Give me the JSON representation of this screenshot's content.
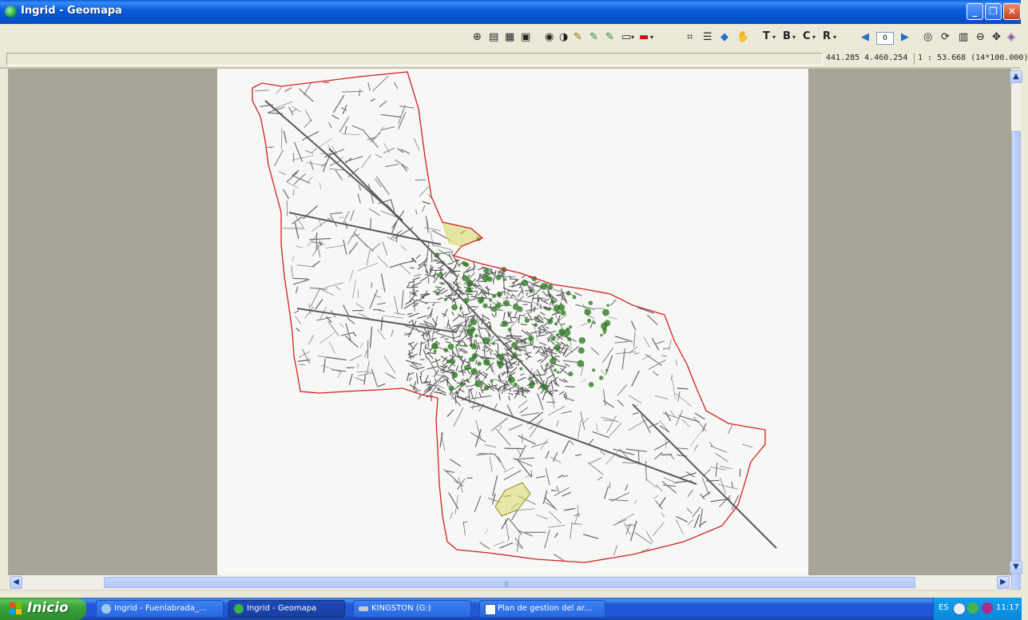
{
  "window": {
    "title": "Ingrid - Geomapa",
    "minimize": "_",
    "restore": "❐",
    "close": "✕"
  },
  "toolbar": {
    "icons": [
      "zoom-icon",
      "print-icon",
      "copy-icon",
      "save-icon",
      "eye-icon",
      "contrast-icon",
      "pencil-icon",
      "pencil-check-icon",
      "pencil-plus-icon",
      "page-icon",
      "flag-icon",
      "grid-icon",
      "list-icon",
      "layers-icon",
      "hand-icon"
    ],
    "menus": [
      "T",
      "B",
      "C",
      "R"
    ],
    "nav_value": "0",
    "right_icons": [
      "target-icon",
      "refresh-icon",
      "table-icon",
      "link-icon",
      "pan-icon",
      "eraser-icon"
    ]
  },
  "status": {
    "coords": "441.285 4.460.254",
    "scale": "1 : 53.668 (14*100.000)"
  },
  "map": {
    "boundary_color": "#d42020",
    "street_color": "#6e6e6e",
    "park_color": "#2e7a24",
    "highlight_color": "#d8d860"
  },
  "taskbar": {
    "start_label": "Inicio",
    "tasks": [
      {
        "label": "Ingrid - Fuenlabrada_...",
        "icon": "globe-icon"
      },
      {
        "label": "Ingrid - Geomapa",
        "icon": "globe-icon"
      },
      {
        "label": "KINGSTON (G:)",
        "icon": "drive-icon"
      },
      {
        "label": "Plan de gestion del ar...",
        "icon": "document-icon"
      }
    ],
    "tray": {
      "language": "ES",
      "clock": "11:17"
    }
  }
}
